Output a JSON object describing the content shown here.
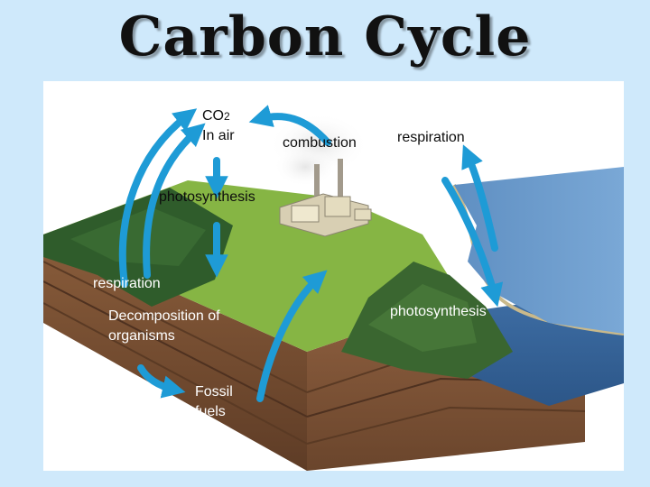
{
  "title": "Carbon Cycle",
  "labels": {
    "co2": "CO",
    "co2_sub": "2",
    "in_air": "In air",
    "combustion": "combustion",
    "respiration_top": "respiration",
    "photosynthesis_left": "photosynthesis",
    "respiration_left": "respiration",
    "decomposition_line1": "Decomposition of",
    "decomposition_line2": "organisms",
    "fossil_line1": "Fossil",
    "fossil_line2": "fuels",
    "photosynthesis_right": "photosynthesis"
  },
  "colors": {
    "background": "#cfe9fb",
    "arrow": "#1e9bd6",
    "grass": "#7fb13a",
    "forest": "#2e5a2a",
    "soil": "#7a4f34",
    "water": "#3f6fa6"
  }
}
